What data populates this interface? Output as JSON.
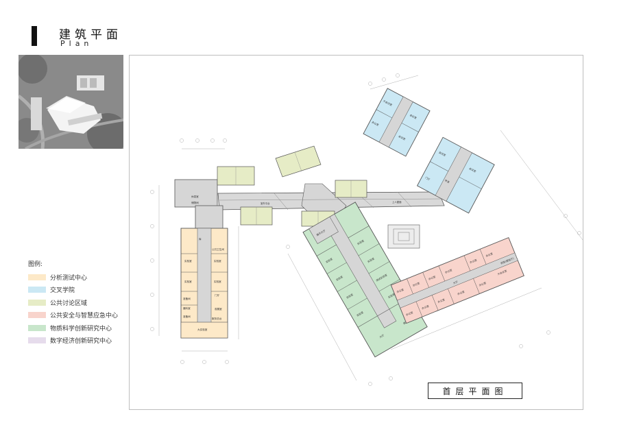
{
  "header": {
    "title": "建筑平面",
    "subtitle": "Plan"
  },
  "legend": {
    "title": "图例:",
    "items": [
      {
        "label": "分析测试中心",
        "color": "#fde9c8"
      },
      {
        "label": "交叉学院",
        "color": "#cbe8f4"
      },
      {
        "label": "公共讨论区域",
        "color": "#e6ecc6"
      },
      {
        "label": "公共安全与智慧应急中心",
        "color": "#f8d4cc"
      },
      {
        "label": "物质科学创新研究中心",
        "color": "#c8e6cb"
      },
      {
        "label": "数字经济创新研究中心",
        "color": "#e6dcec"
      }
    ]
  },
  "plan": {
    "title": "首层平面图",
    "rooms": {
      "west": [
        "实验室",
        "实验室",
        "实验室",
        "实验室",
        "库",
        "准备间",
        "器料室",
        "准备间",
        "大实验室",
        "门厅",
        "观展室",
        "休息室",
        "储物间",
        "公共卫生间",
        "服务总台"
      ],
      "center": [
        "实验室",
        "实验室",
        "实验室",
        "实验室",
        "实验室",
        "实验室",
        "测试实验室",
        "实验室",
        "大厅",
        "报告厅",
        "展示大厅"
      ],
      "north": [
        "大会议室",
        "会议室",
        "办公室",
        "会议室",
        "会议室",
        "会议室",
        "休息",
        "门厅"
      ],
      "east": [
        "办公室",
        "办公室",
        "办公室",
        "办公室",
        "办公室",
        "办公室",
        "办公室",
        "办公室",
        "办公室",
        "会议室",
        "办公室",
        "大会议室",
        "讲堂(报告厅)",
        "大厅"
      ],
      "bridge": [
        "室外平台",
        "上人屋面"
      ]
    },
    "colors": {
      "corridor": "#d6d6d6",
      "line": "#555555"
    }
  }
}
